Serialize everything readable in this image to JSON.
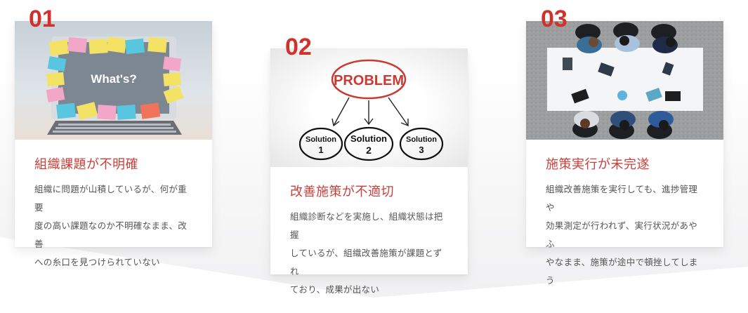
{
  "colors": {
    "accent_red": "#d0322b",
    "title_red": "#c9403a",
    "body_text": "#555555",
    "background_shape": "#f2f2f3"
  },
  "cards": [
    {
      "number": "01",
      "image": {
        "description": "laptop-covered-with-sticky-notes",
        "screen_text": "What's?"
      },
      "title": "組織課題が不明確",
      "lines": [
        "組織に問題が山積しているが、何が重要",
        "度の高い課題なのか不明確なまま、改善",
        "への糸口を見つけられていない"
      ]
    },
    {
      "number": "02",
      "image": {
        "description": "problem-solution-diagram",
        "problem_label": "PROBLEM",
        "solutions": [
          {
            "word": "Solution",
            "num": "1"
          },
          {
            "word": "Solution",
            "num": "2"
          },
          {
            "word": "Solution",
            "num": "3"
          }
        ]
      },
      "title": "改善施策が不適切",
      "lines": [
        "組織診断などを実施し、組織状態は把握",
        "しているが、組織改善施策が課題とずれ",
        "ており、成果が出ない"
      ]
    },
    {
      "number": "03",
      "image": {
        "description": "overhead-meeting-table-photo"
      },
      "title": "施策実行が未完遂",
      "lines": [
        "組織改善施策を実行しても、進捗管理や",
        "効果測定が行われず、実行状況があやふ",
        "やなまま、施策が途中で頓挫してしまう"
      ]
    }
  ]
}
